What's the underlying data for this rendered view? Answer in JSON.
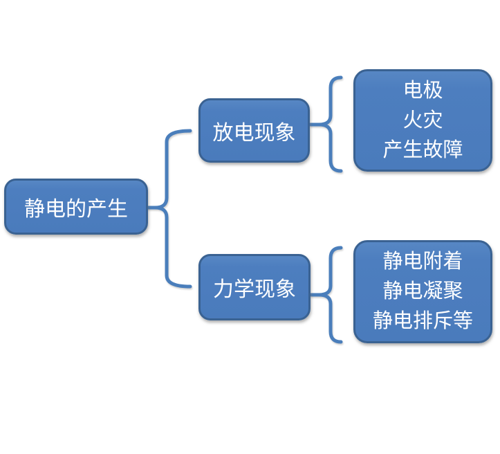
{
  "diagram": {
    "type": "hierarchy-brace-diagram",
    "root": {
      "label": "静电的产生"
    },
    "branches": [
      {
        "label": "放电现象",
        "leaf_lines": [
          "电极",
          "火灾",
          "产生故障"
        ]
      },
      {
        "label": "力学现象",
        "leaf_lines": [
          "静电附着",
          "静电凝聚",
          "静电排斥等"
        ]
      }
    ],
    "colors": {
      "node_fill": "#4d7ebf",
      "node_border": "#3a6292",
      "connector": "#4a7ebb",
      "text": "#ffffff",
      "background": "#ffffff"
    }
  }
}
